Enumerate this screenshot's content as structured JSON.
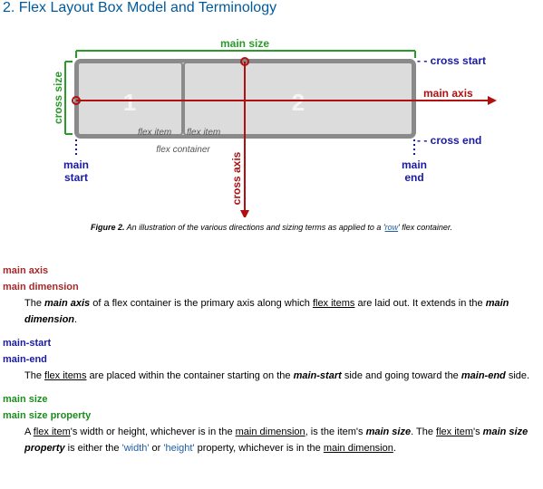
{
  "heading": "2. Flex Layout Box Model and Terminology",
  "figure": {
    "main_size": "main size",
    "cross_start": "- - cross start",
    "main_axis": "main axis",
    "cross_end": "- - cross end",
    "cross_size": "cross size",
    "cross_axis": "cross axis",
    "item1_number": "1",
    "item2_number": "2",
    "flex_item_1": "flex item",
    "flex_item_2": "flex item",
    "flex_container": "flex container",
    "main_start_line1": "main",
    "main_start_line2": "start",
    "main_end_line1": "main",
    "main_end_line2": "end"
  },
  "caption": {
    "label": "Figure 2.",
    "text_before": " An illustration of the various directions and sizing terms as applied to a '",
    "link": "row",
    "text_after": "' flex container."
  },
  "definitions": {
    "d1": {
      "term1": "main axis",
      "term2": "main dimension",
      "p1": "The ",
      "e1": "main axis",
      "p2": " of a flex container is the primary axis along which ",
      "u1": "flex items",
      "p3": " are laid out. It extends in the ",
      "e2": "main dimension",
      "p4": "."
    },
    "d2": {
      "term1": "main-start",
      "term2": "main-end",
      "p1": "The ",
      "u1": "flex items",
      "p2": " are placed within the container starting on the ",
      "e1": "main-start",
      "p3": " side and going toward the ",
      "e2": "main-end",
      "p4": " side."
    },
    "d3": {
      "term1": "main size",
      "term2": "main size property",
      "p1": "A ",
      "u1": "flex item",
      "p2": "'s width or height, whichever is in the ",
      "u2": "main dimension",
      "p3": ", is the item's ",
      "e1": "main size",
      "p4": ". The ",
      "u3": "flex item",
      "p5": "'s ",
      "e2": "main size property",
      "p6": " is either the ",
      "c1": "'width'",
      "p7": " or ",
      "c2": "'height'",
      "p8": " property, whichever is in the ",
      "u4": "main dimension",
      "p9": "."
    }
  },
  "colors": {
    "heading": "#005a9c",
    "main_axis": "#b01010",
    "cross_axis": "#b01010",
    "main_size": "#2a9a2a",
    "cross_labels": "#1a1aa6",
    "box_fill": "#dcdcdc",
    "box_border": "#8a8a8a"
  }
}
